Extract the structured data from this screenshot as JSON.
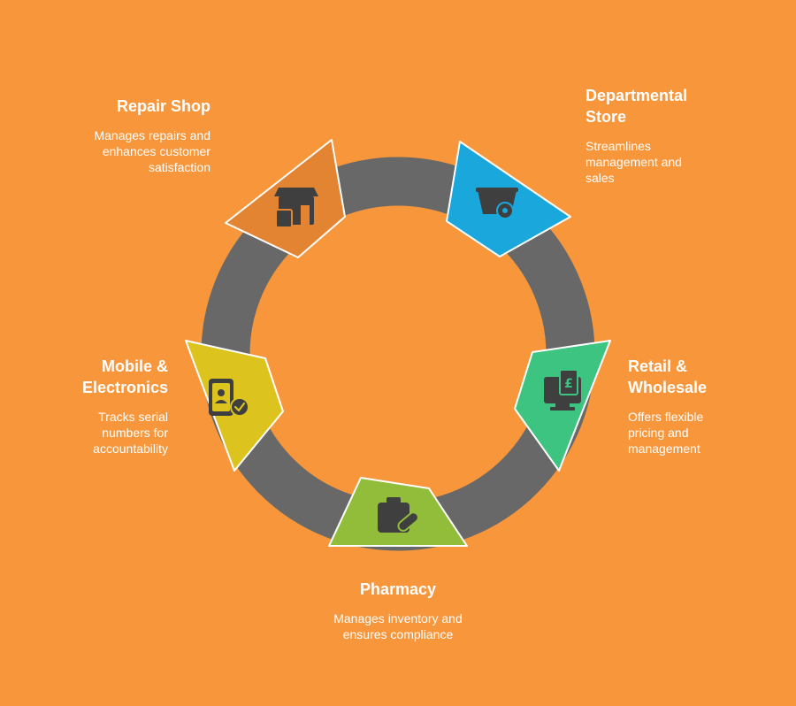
{
  "colors": {
    "background": "#F7963A",
    "ring": "#686868",
    "repair": "#E38432",
    "departmental": "#1AA7DC",
    "retail": "#3CC480",
    "pharmacy": "#92BD3B",
    "mobile": "#DCC31E",
    "icon": "#3f3f3f"
  },
  "segments": [
    {
      "key": "repair",
      "title": "Repair Shop",
      "desc": "Manages repairs and enhances customer satisfaction",
      "icon": "storefront-thumbs-up-icon"
    },
    {
      "key": "departmental",
      "title": "Departmental Store",
      "desc": "Streamlines management and sales",
      "icon": "shopping-basket-icon"
    },
    {
      "key": "retail",
      "title": "Retail & Wholesale",
      "desc": "Offers flexible pricing and management",
      "icon": "monitor-pound-receipt-icon"
    },
    {
      "key": "pharmacy",
      "title": "Pharmacy",
      "desc": "Manages inventory and ensures compliance",
      "icon": "medicine-box-pill-icon"
    },
    {
      "key": "mobile",
      "title": "Mobile & Electronics",
      "desc": "Tracks serial numbers for accountability",
      "icon": "phone-user-check-icon"
    }
  ]
}
